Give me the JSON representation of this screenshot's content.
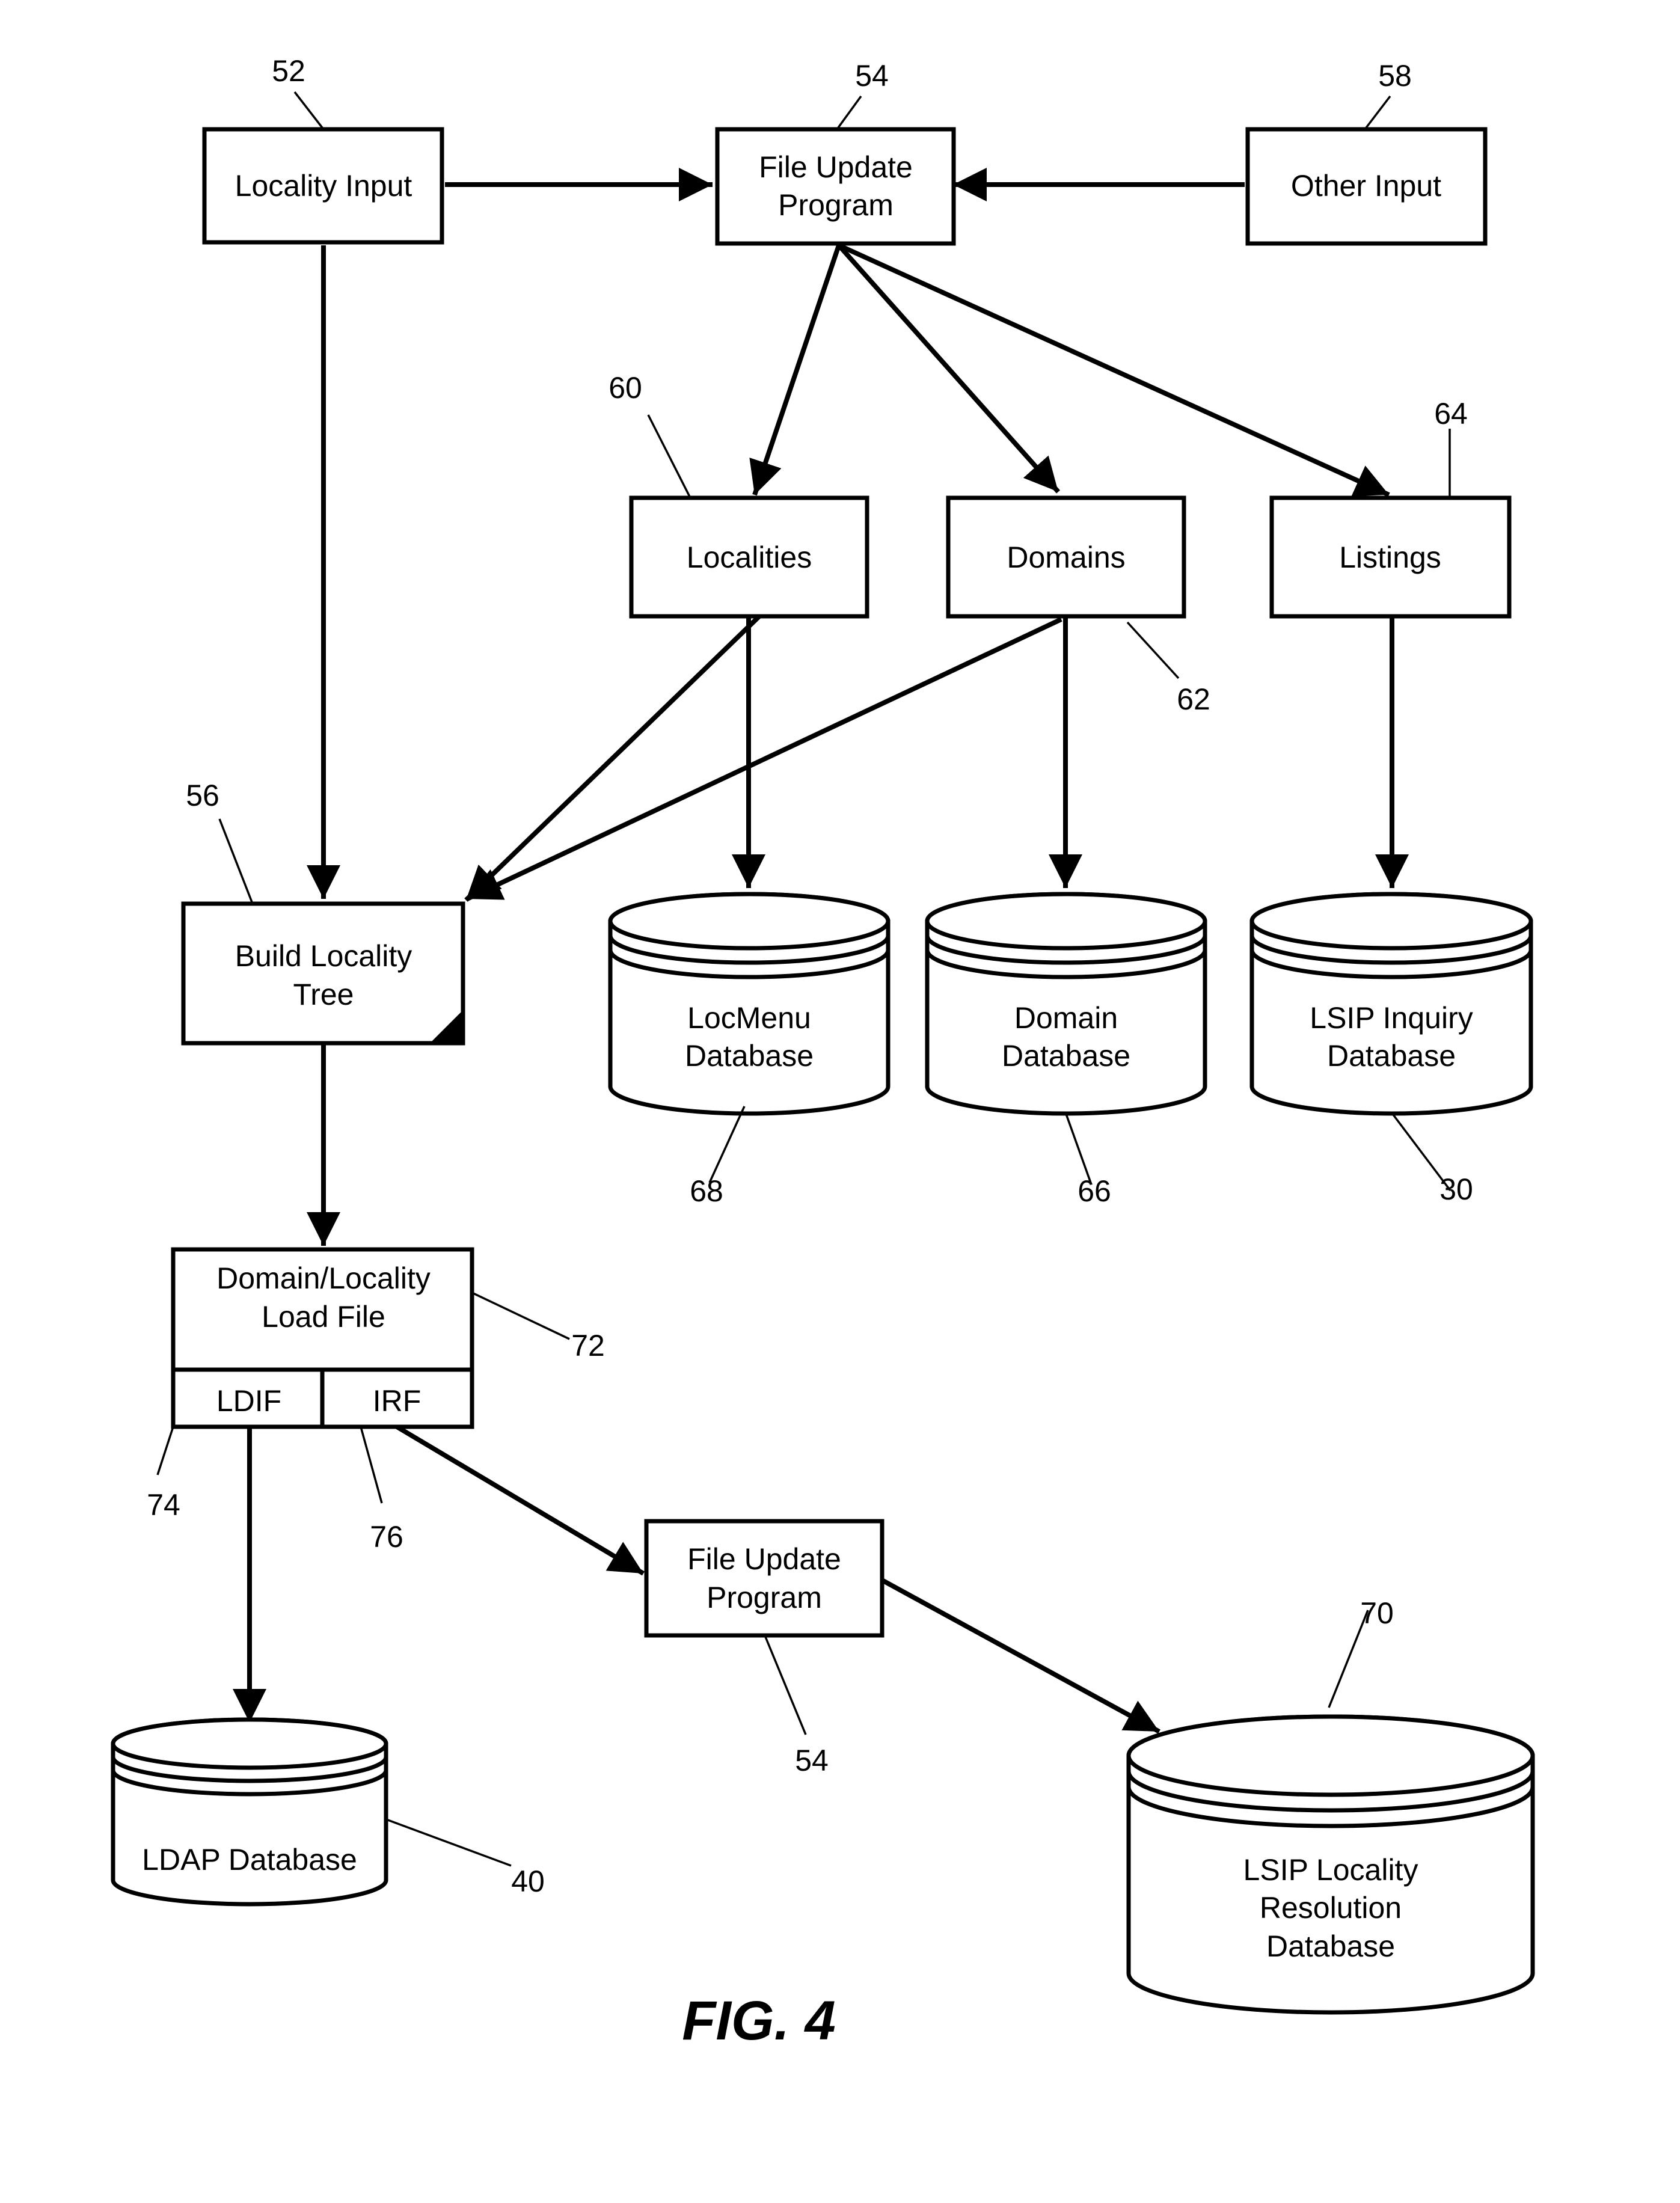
{
  "figure_label": "FIG. 4",
  "nodes": {
    "locality_input": {
      "lines": [
        "Locality Input"
      ],
      "ref": "52"
    },
    "file_update_top": {
      "lines": [
        "File Update",
        "Program"
      ],
      "ref": "54"
    },
    "other_input": {
      "lines": [
        "Other Input"
      ],
      "ref": "58"
    },
    "localities": {
      "lines": [
        "Localities"
      ],
      "ref": "60"
    },
    "domains": {
      "lines": [
        "Domains"
      ],
      "ref": "62"
    },
    "listings": {
      "lines": [
        "Listings"
      ],
      "ref": "64"
    },
    "build_locality_tree": {
      "lines": [
        "Build Locality",
        "Tree"
      ],
      "ref": "56"
    },
    "locmenu_db": {
      "lines": [
        "LocMenu",
        "Database"
      ],
      "ref": "68"
    },
    "domain_db": {
      "lines": [
        "Domain",
        "Database"
      ],
      "ref": "66"
    },
    "lsip_inquiry_db": {
      "lines": [
        "LSIP Inquiry",
        "Database"
      ],
      "ref": "30"
    },
    "load_file": {
      "lines": [
        "Domain/Locality",
        "Load File"
      ],
      "ref": "72"
    },
    "ldif": {
      "lines": [
        "LDIF"
      ],
      "ref": "74"
    },
    "irf": {
      "lines": [
        "IRF"
      ],
      "ref": "76"
    },
    "file_update_bottom": {
      "lines": [
        "File Update",
        "Program"
      ],
      "ref": "54"
    },
    "ldap_db": {
      "lines": [
        "LDAP Database"
      ],
      "ref": "40"
    },
    "lsip_resolution_db": {
      "lines": [
        "LSIP Locality",
        "Resolution",
        "Database"
      ],
      "ref": "70"
    }
  },
  "edges": [
    [
      "locality_input",
      "file_update_top"
    ],
    [
      "other_input",
      "file_update_top"
    ],
    [
      "file_update_top",
      "localities"
    ],
    [
      "file_update_top",
      "domains"
    ],
    [
      "file_update_top",
      "listings"
    ],
    [
      "locality_input",
      "build_locality_tree"
    ],
    [
      "localities",
      "build_locality_tree"
    ],
    [
      "domains",
      "build_locality_tree"
    ],
    [
      "localities",
      "locmenu_db"
    ],
    [
      "domains",
      "domain_db"
    ],
    [
      "listings",
      "lsip_inquiry_db"
    ],
    [
      "build_locality_tree",
      "load_file"
    ],
    [
      "ldif",
      "ldap_db"
    ],
    [
      "irf",
      "file_update_bottom"
    ],
    [
      "file_update_bottom",
      "lsip_resolution_db"
    ]
  ]
}
